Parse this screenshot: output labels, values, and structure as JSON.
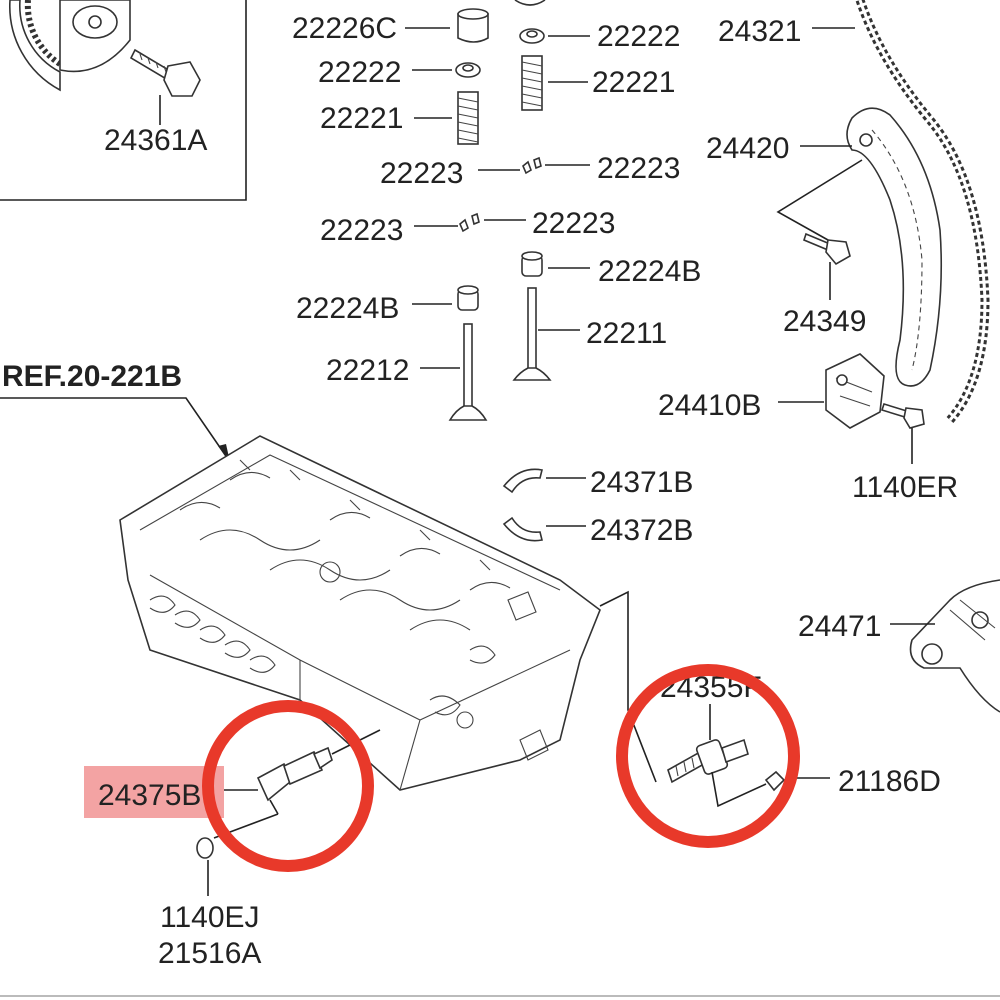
{
  "diagram": {
    "reference": "REF.20-221B",
    "highlight_color": "#e8392a",
    "highlight_box_color": "#f3a3a3",
    "labels": {
      "p24361A": "24361A",
      "p22226C": "22226C",
      "p22222a": "22222",
      "p22222b": "22222",
      "p22221a": "22221",
      "p22221b": "22221",
      "p22223a": "22223",
      "p22223b": "22223",
      "p22223c": "22223",
      "p22223d": "22223",
      "p22224Ba": "22224B",
      "p22224Bb": "22224B",
      "p22212": "22212",
      "p22211": "22211",
      "p24321": "24321",
      "p24420": "24420",
      "p24349": "24349",
      "p24410B": "24410B",
      "p1140ER": "1140ER",
      "p24371B": "24371B",
      "p24372B": "24372B",
      "p24471": "24471",
      "p24355F": "24355F",
      "p21186D": "21186D",
      "p24375B": "24375B",
      "p1140EJ": "1140EJ",
      "p21516A": "21516A"
    }
  }
}
